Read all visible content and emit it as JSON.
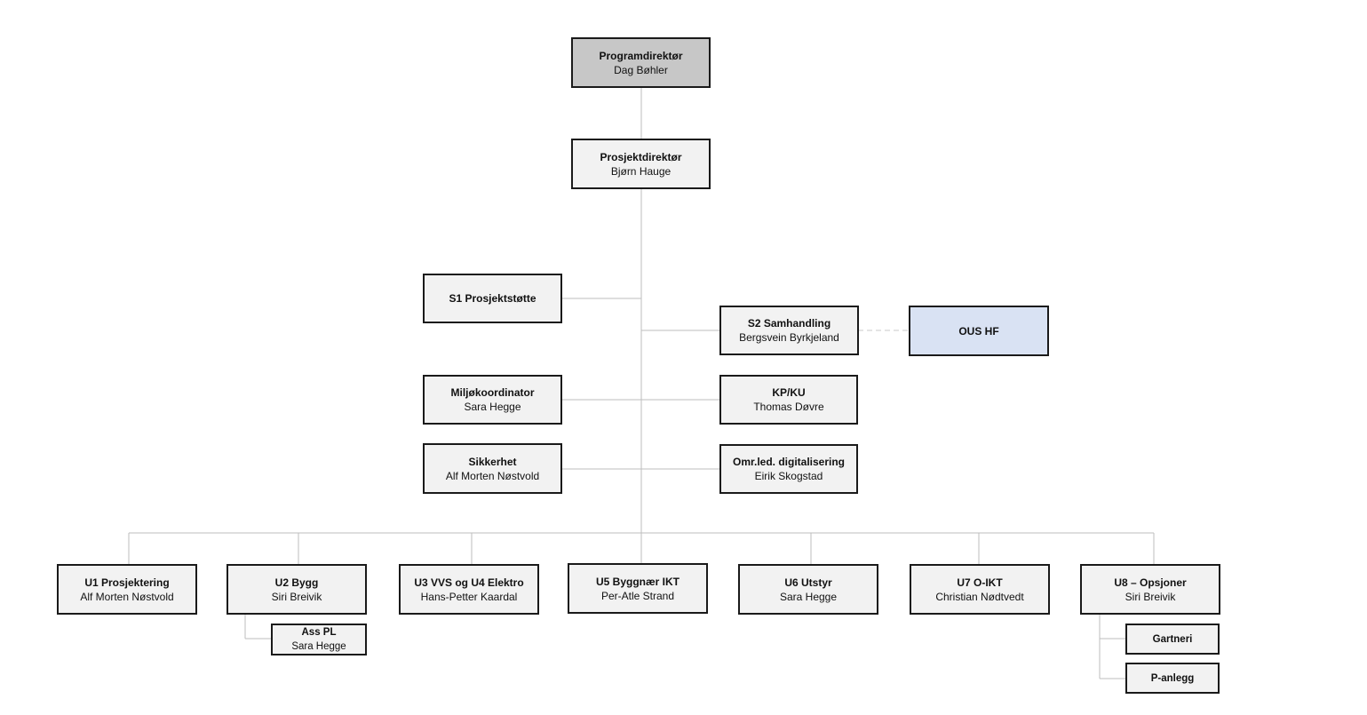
{
  "nodes": {
    "programdirektor": {
      "title": "Programdirektør",
      "name": "Dag Bøhler"
    },
    "prosjektdirektor": {
      "title": "Prosjektdirektør",
      "name": "Bjørn Hauge"
    },
    "s1": {
      "title": "S1 Prosjektstøtte"
    },
    "s2": {
      "title": "S2 Samhandling",
      "name": "Bergsvein Byrkjeland"
    },
    "ous": {
      "title": "OUS HF"
    },
    "miljo": {
      "title": "Miljøkoordinator",
      "name": "Sara Hegge"
    },
    "kpku": {
      "title": "KP/KU",
      "name": "Thomas Døvre"
    },
    "sikkerhet": {
      "title": "Sikkerhet",
      "name": "Alf Morten Nøstvold"
    },
    "digital": {
      "title": "Omr.led. digitalisering",
      "name": "Eirik Skogstad"
    },
    "u1": {
      "title": "U1 Prosjektering",
      "name": "Alf Morten Nøstvold"
    },
    "u2": {
      "title": "U2 Bygg",
      "name": "Siri Breivik"
    },
    "asspl": {
      "title": "Ass PL",
      "name": "Sara Hegge"
    },
    "u3": {
      "title": "U3 VVS og U4 Elektro",
      "name": "Hans-Petter Kaardal"
    },
    "u5": {
      "title": "U5 Byggnær IKT",
      "name": "Per-Atle Strand"
    },
    "u6": {
      "title": "U6 Utstyr",
      "name": "Sara Hegge"
    },
    "u7": {
      "title": "U7 O-IKT",
      "name": "Christian Nødtvedt"
    },
    "u8": {
      "title": "U8 – Opsjoner",
      "name": "Siri Breivik"
    },
    "gartneri": {
      "title": "Gartneri"
    },
    "panlegg": {
      "title": "P-anlegg"
    }
  },
  "colors": {
    "box_fill": "#f2f2f2",
    "top_fill": "#c7c7c7",
    "ous_fill": "#d9e2f3",
    "border": "#1a1a1a",
    "connector": "#bdbdbd"
  }
}
